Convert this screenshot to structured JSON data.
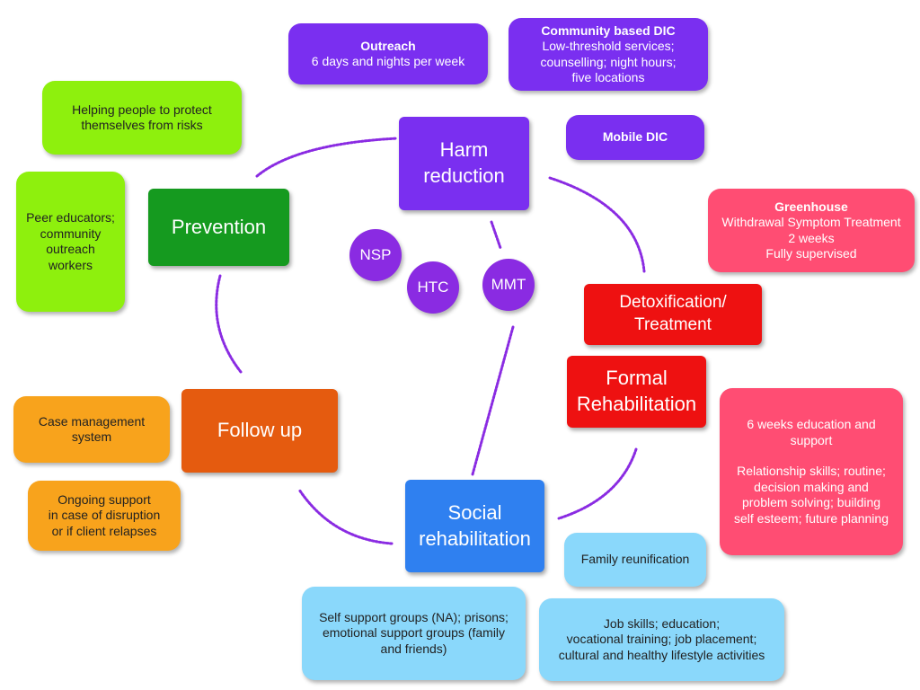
{
  "stages": {
    "harm_reduction": [
      "Harm",
      "reduction"
    ],
    "prevention": "Prevention",
    "detox": [
      "Detoxification/",
      "Treatment"
    ],
    "formal_rehab": [
      "Formal",
      "Rehabilitation"
    ],
    "social_rehab": [
      "Social",
      "rehabilitation"
    ],
    "follow_up": "Follow up"
  },
  "services": {
    "nsp": "NSP",
    "htc": "HTC",
    "mmt": "MMT"
  },
  "notes": {
    "outreach": {
      "title": "Outreach",
      "text": "6 days and nights per week"
    },
    "community_dic": {
      "title": "Community based DIC",
      "lines": [
        "Low-threshold services;",
        "counselling; night hours;",
        "five locations"
      ]
    },
    "mobile_dic": {
      "title": "Mobile DIC"
    },
    "greenhouse": {
      "title": "Greenhouse",
      "lines": [
        "Withdrawal Symptom Treatment",
        "2 weeks",
        "Fully supervised"
      ]
    },
    "education": {
      "lines1": [
        "6 weeks education and",
        "support"
      ],
      "lines2": [
        "Relationship skills; routine;",
        "decision making and",
        "problem solving; building",
        "self esteem; future planning"
      ]
    },
    "family": "Family reunification",
    "job": [
      "Job skills; education;",
      "vocational training; job placement;",
      "cultural and healthy lifestyle activities"
    ],
    "self_support": [
      "Self support groups (NA); prisons;",
      "emotional support groups (family",
      "and friends)"
    ],
    "protect": [
      "Helping people to protect",
      "themselves from risks"
    ],
    "peer": [
      "Peer educators;",
      "community",
      "outreach",
      "workers"
    ],
    "case_mgmt": [
      "Case management",
      "system"
    ],
    "ongoing": [
      "Ongoing support",
      "in case of disruption",
      "or if client relapses"
    ]
  },
  "colors": {
    "purple": "#8a2be2",
    "purple_box": "#7a2ff0",
    "red": "#ee1111",
    "pink": "#ff4d73",
    "blue": "#2f80f0",
    "light_blue": "#8ad8fb",
    "orange": "#e55b0f",
    "light_orange": "#f8a31c",
    "green": "#159a1f",
    "light_green": "#8ef00d",
    "arc": "#8a2be2"
  }
}
